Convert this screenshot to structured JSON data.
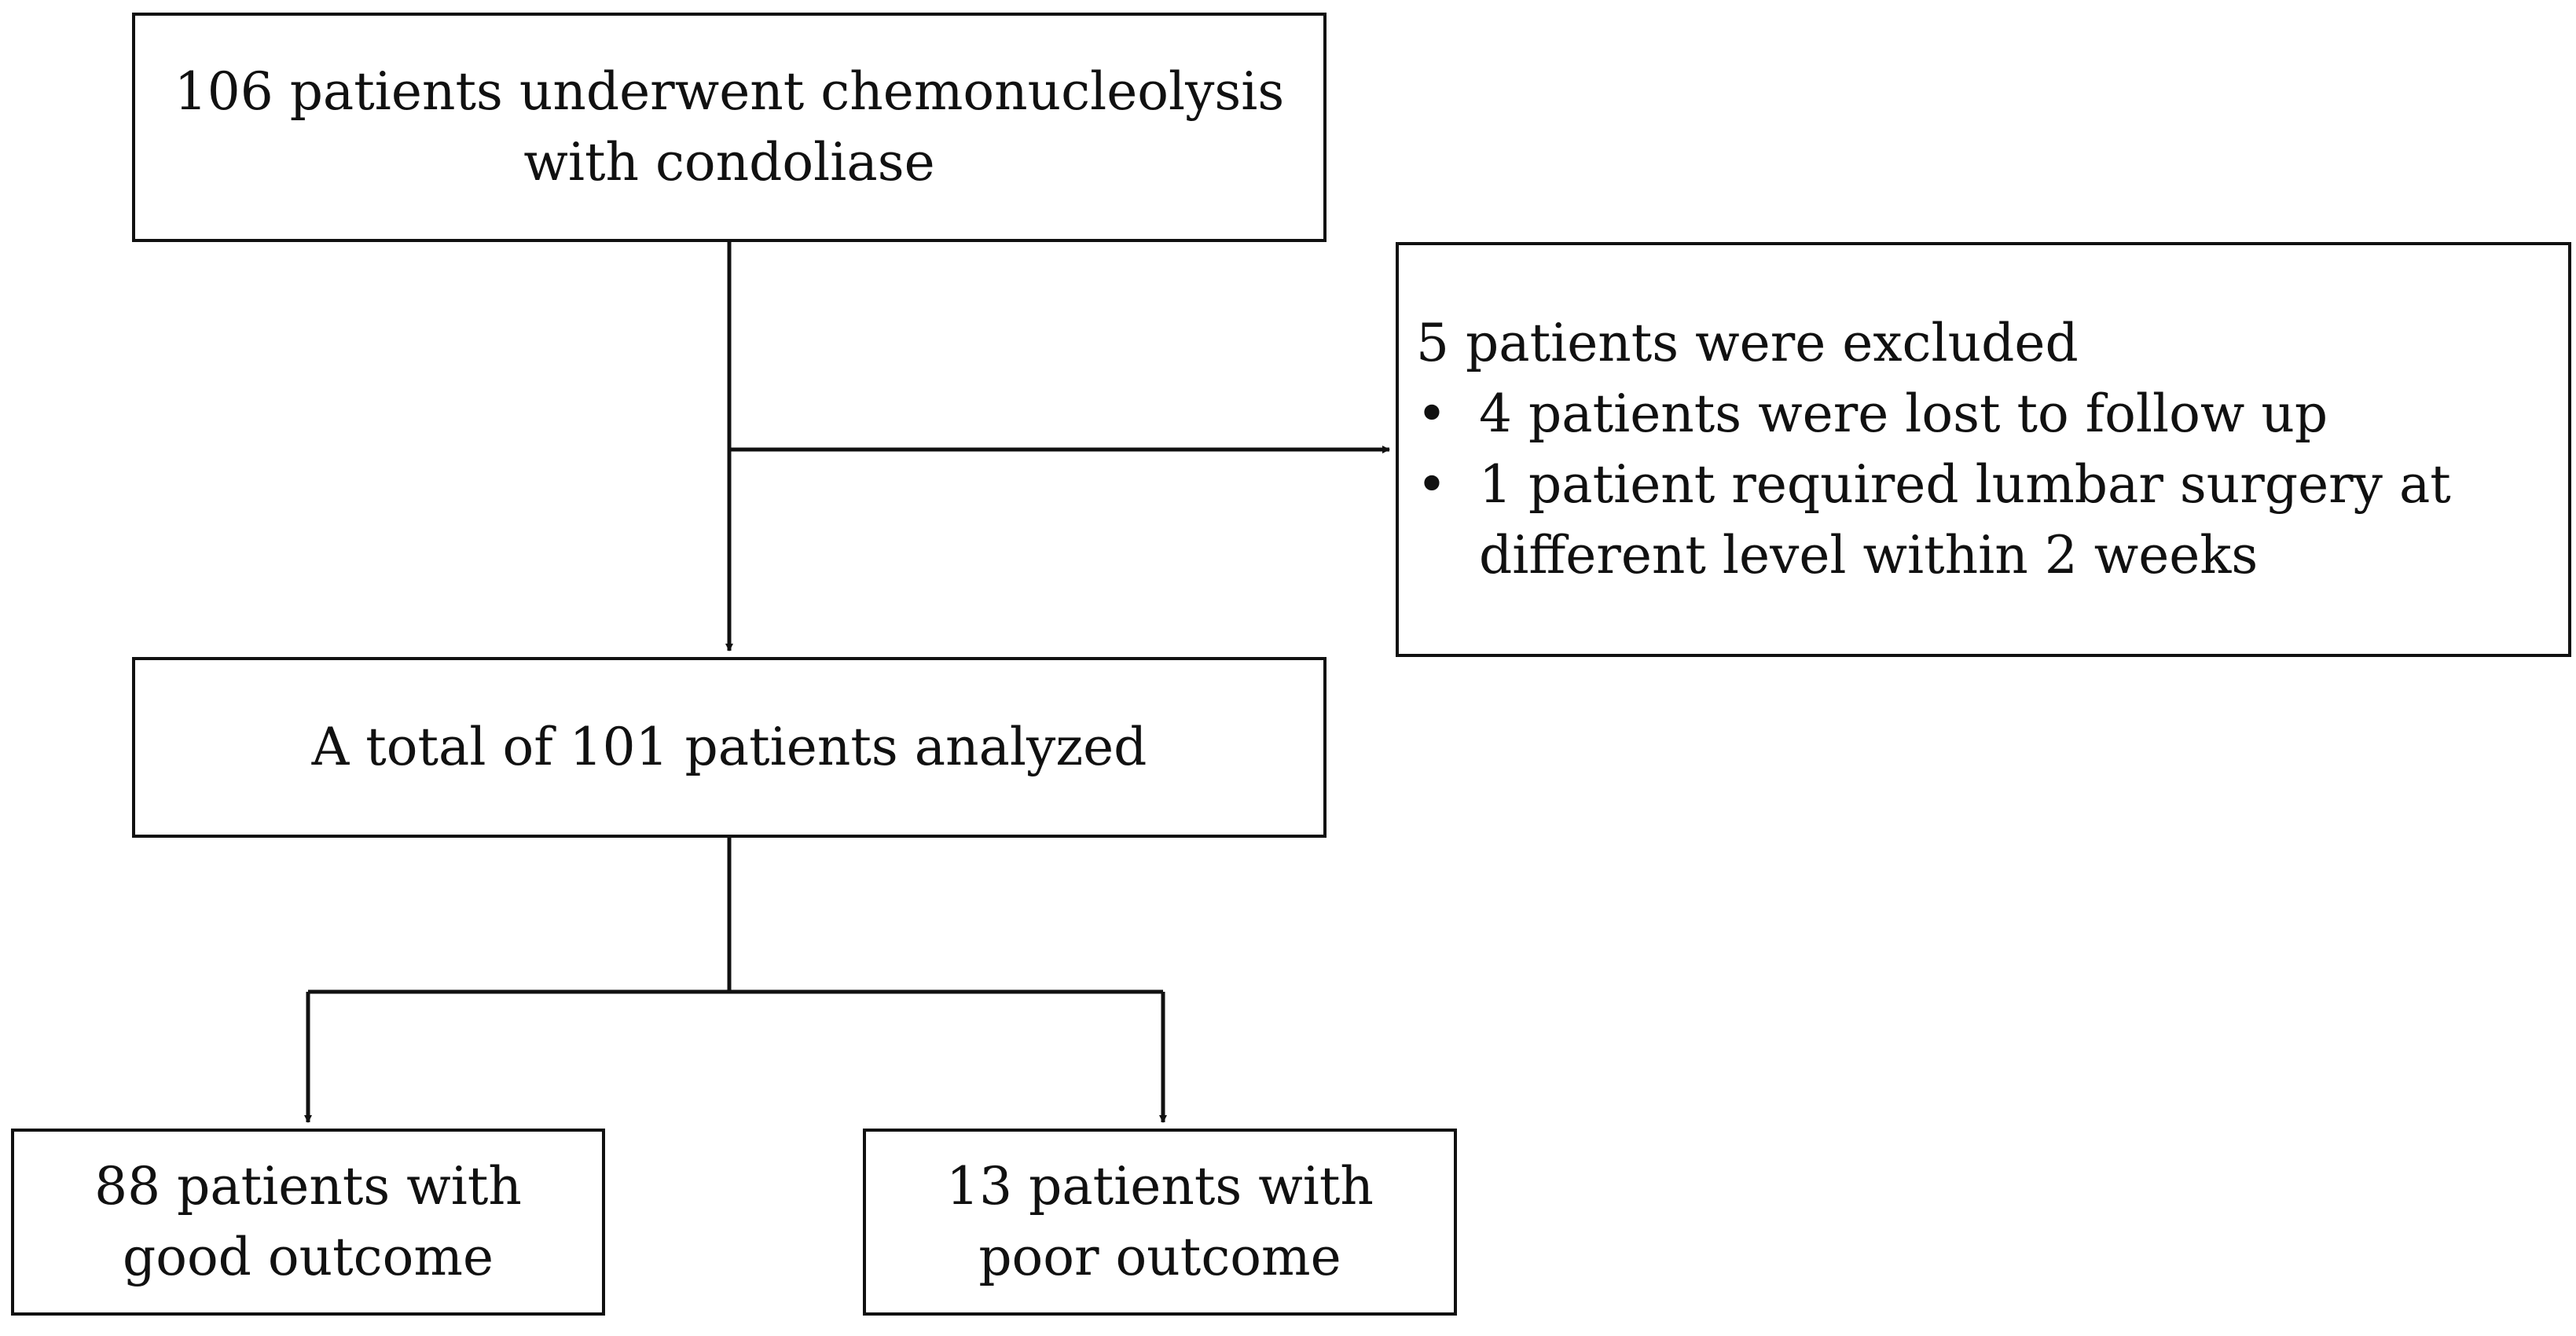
{
  "flowchart": {
    "start": {
      "line1": "106 patients underwent chemonucleolysis",
      "line2": "with condoliase"
    },
    "exclusion": {
      "title": "5 patients were excluded",
      "bullet_glyph": "•",
      "items": [
        {
          "lines": [
            "4 patients were lost to follow up"
          ]
        },
        {
          "lines": [
            "1 patient required lumbar surgery at",
            "different level within 2 weeks"
          ]
        }
      ]
    },
    "analyzed": {
      "line1": "A total of 101 patients analyzed"
    },
    "good_outcome": {
      "line1": "88 patients with",
      "line2": "good outcome"
    },
    "poor_outcome": {
      "line1": "13 patients with",
      "line2": "poor outcome"
    }
  },
  "colors": {
    "stroke": "#111111",
    "background": "#ffffff"
  }
}
